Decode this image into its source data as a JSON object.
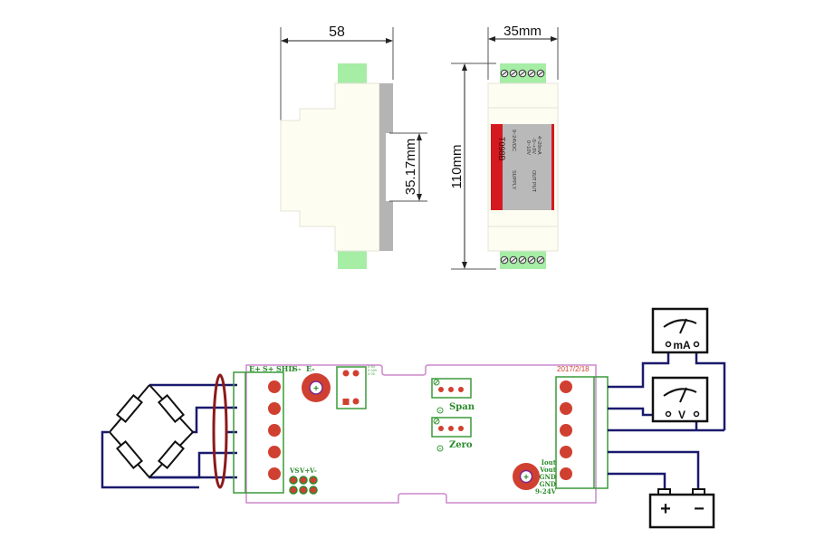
{
  "dimensions": {
    "side_width": "58",
    "front_width": "35mm",
    "front_height": "110mm",
    "rail_height": "35.17mm"
  },
  "label_panel": {
    "model": "T098B",
    "supply_label": "SUPPLY",
    "supply_value": "9~24VDC",
    "output_label": "OUT PUT",
    "output_values": [
      "0~10V",
      "-5~+5V",
      "4~20mA"
    ]
  },
  "terminal_screw_count": 5,
  "pcb": {
    "input_pins": [
      "E+",
      "S+",
      "SHD",
      "S-",
      "E-"
    ],
    "output_pins": [
      "Iout",
      "Vout",
      "GND",
      "GND",
      "9-24V"
    ],
    "date": "2017/2/18",
    "jumper_labels": [
      "VS",
      "V+",
      "V-"
    ],
    "span_label": "Span",
    "zero_label": "Zero",
    "tiny_labels": [
      "0~5V",
      "0~10V",
      "4~20"
    ]
  },
  "meters": {
    "current": "mA",
    "voltage": "V"
  },
  "battery": {
    "positive": "+",
    "negative": "−"
  },
  "colors": {
    "case": "#fdfdf2",
    "terminal": "#a6eda6",
    "rail": "#b4b4b4",
    "label_red": "#d41920",
    "label_grey": "#b9b9b9",
    "wire": "#1a1a6e",
    "pcb_outline": "#cc88cc",
    "pcb_green": "#3a9a3a",
    "pad": "#d04030",
    "shield": "#8c1a1a"
  }
}
